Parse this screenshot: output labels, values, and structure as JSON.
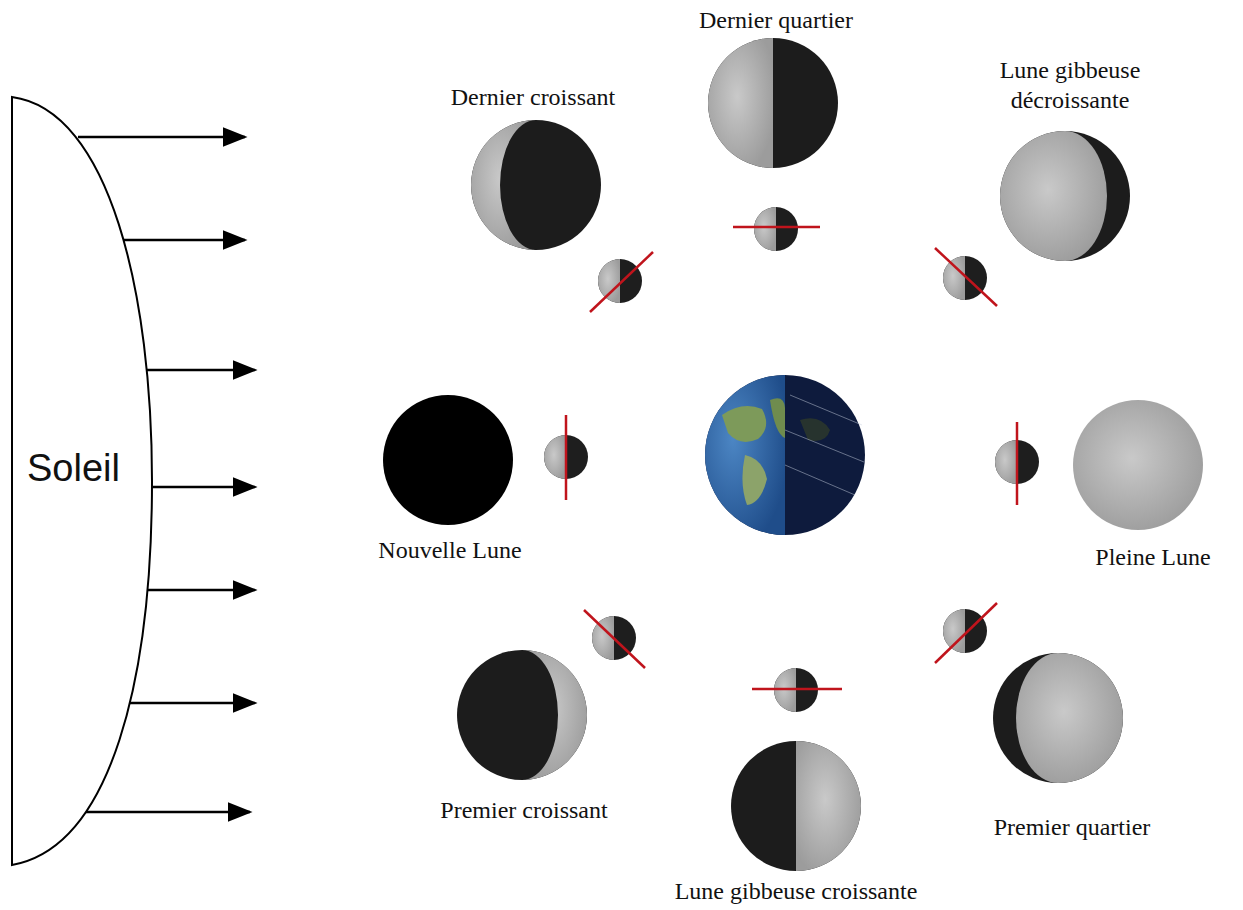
{
  "diagram": {
    "nodes": [
      {
        "text": [
          "Soleil"
        ]
      }
    ],
    "labels": [
      "Dernier quartier",
      "Dernier croissant",
      "Lune gibbeuse décroissante",
      "Nouvelle Lune",
      "Pleine Lune",
      "Premier croissant",
      "Premier quartier",
      "Lune gibbeuse croissante"
    ]
  }
}
